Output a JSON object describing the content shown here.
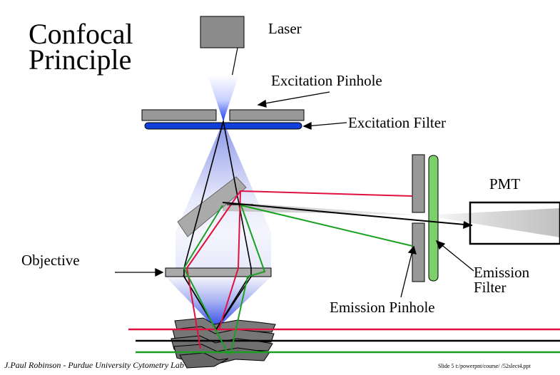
{
  "title": "Confocal Principle",
  "labels": {
    "laser": "Laser",
    "excitation_pinhole": "Excitation Pinhole",
    "excitation_filter": "Excitation Filter",
    "pmt": "PMT",
    "objective": "Objective",
    "emission_filter": "Emission Filter",
    "emission_pinhole": "Emission Pinhole"
  },
  "footer": {
    "credit": "J.Paul Robinson - Purdue University Cytometry Lab",
    "slide": "Slide 5  t:/powerpnt/course/ /52slect4.ppt"
  },
  "colors": {
    "excitation_light": "#3050e0",
    "emission_green": "#1aa020",
    "out_of_focus_red": "#e01040",
    "component_gray": "#909090",
    "filter_green": "#7ccf6a",
    "filter_blue": "#1040d8"
  }
}
